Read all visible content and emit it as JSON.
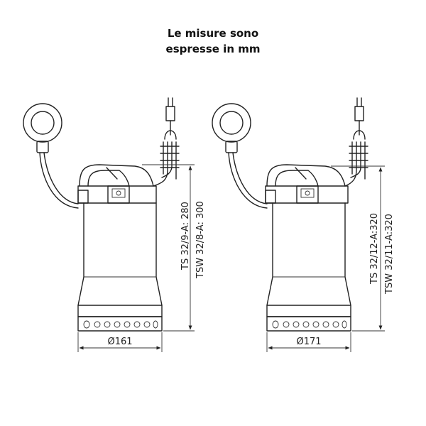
{
  "title": {
    "line1": "Le misure sono",
    "line2": "espresse in mm"
  },
  "pumps": [
    {
      "diameter_label": "Ø161",
      "height_label_1": "TS 32/9-A: 280",
      "height_label_2": "TSW 32/8-A: 300"
    },
    {
      "diameter_label": "Ø171",
      "height_label_1": "TS 32/12-A:320",
      "height_label_2": "TSW 32/11-A:320"
    }
  ]
}
